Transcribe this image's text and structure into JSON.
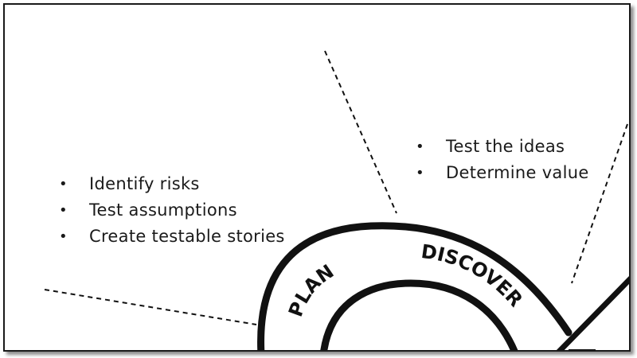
{
  "colors": {
    "ink": "#111111",
    "background": "#ffffff"
  },
  "left_notes": {
    "items": [
      "Identify risks",
      "Test assumptions",
      "Create testable stories"
    ]
  },
  "right_notes": {
    "items": [
      "Test the ideas",
      "Determine value"
    ]
  },
  "loop": {
    "plan_label": "PLAN",
    "discover_label": "DISCOVER"
  }
}
